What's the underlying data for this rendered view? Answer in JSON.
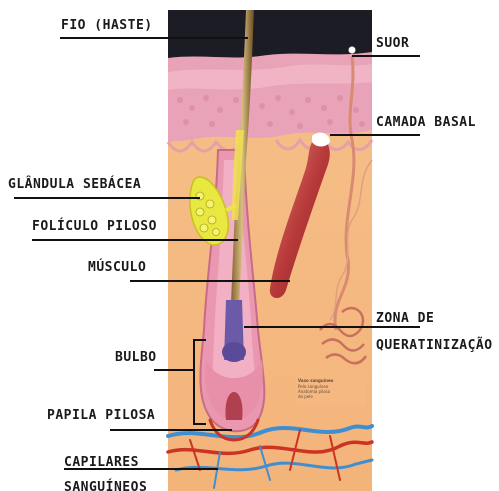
{
  "labels": {
    "fio_haste": "FIO (HASTE)",
    "suor": "SUOR",
    "camada_basal": "CAMADA BASAL",
    "glandula_sebacea": "GLÂNDULA SEBÁCEA",
    "foliculo_piloso": "FOLÍCULO PILOSO",
    "musculo": "MÚSCULO",
    "zona_queratinizacao": "ZONA DE\nQUERATINIZAÇÃO",
    "bulbo": "BULBO",
    "papila_pilosa": "PAPILA PILOSA",
    "capilares_sanguineos": "CAPILARES\nSANGUÍNEOS"
  },
  "caption": {
    "title": "Vaso sanguíneo",
    "text": "Pelo sanguíneo\nAnatomia pilosa\nda pele"
  },
  "colors": {
    "background": "#ffffff",
    "dark_top": "#1a1a22",
    "skin_pink": "#e9a3b8",
    "dermis": "#f2b27a",
    "hair_shaft": "#c8a860",
    "sebaceous": "#e8e840",
    "muscle": "#b83a3a",
    "keratin_zone": "#6a5aa8",
    "vessel_red": "#cc3322",
    "vessel_blue": "#3f8fd0",
    "leader_line": "#111111"
  },
  "icons": {
    "sweat_drop": "sweat-drop-icon"
  }
}
